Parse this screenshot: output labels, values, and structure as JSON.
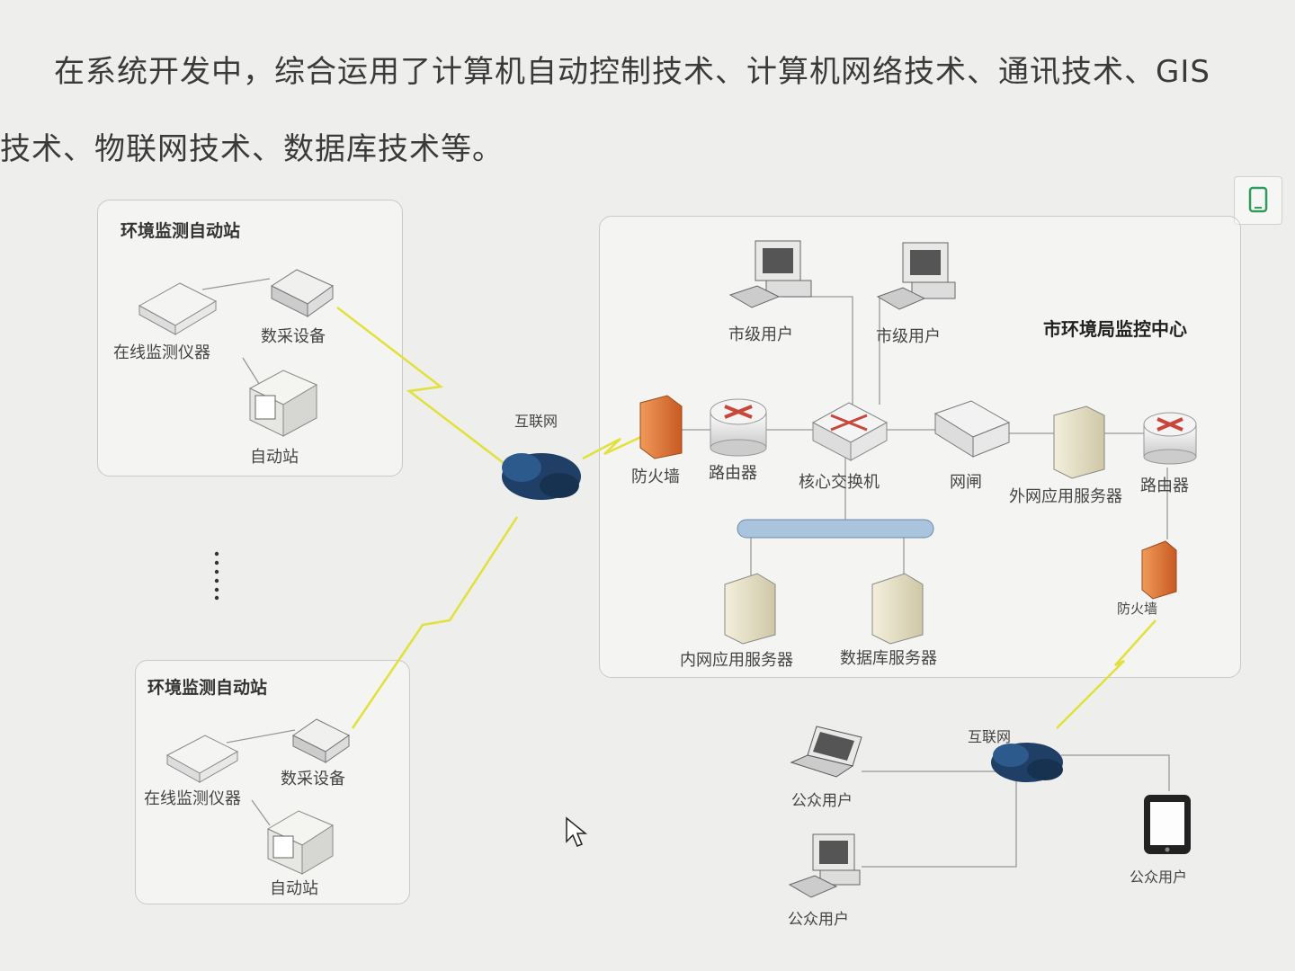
{
  "paragraph": {
    "line1": "在系统开发中，综合运用了计算机自动控制技术、计算机网络技术、通讯技术、GIS",
    "line2": "技术、物联网技术、数据库技术等。"
  },
  "station_top": {
    "title": "环境监测自动站",
    "analyzer": "在线监测仪器",
    "collector": "数采设备",
    "station": "自动站"
  },
  "station_bottom": {
    "title": "环境监测自动站",
    "analyzer": "在线监测仪器",
    "collector": "数采设备",
    "station": "自动站"
  },
  "internet_left": "互联网",
  "center": {
    "title": "市环境局监控中心",
    "user1": "市级用户",
    "user2": "市级用户",
    "firewall": "防火墙",
    "router1": "路由器",
    "core_switch": "核心交换机",
    "gateway": "网闸",
    "ext_server": "外网应用服务器",
    "router2": "路由器",
    "firewall2": "防火墙",
    "intranet_server": "内网应用服务器",
    "db_server": "数据库服务器"
  },
  "internet_right": "互联网",
  "public": {
    "laptop": "公众用户",
    "desktop": "公众用户",
    "tablet": "公众用户"
  },
  "ellipsis": "......",
  "colors": {
    "cloud": "#1f3f66",
    "lightning": "#e2e03a",
    "firewall": "#e07a3a",
    "router": "#c9473a",
    "bus": "#a9c4dc"
  },
  "icons": [
    "cloud-icon",
    "lightning-icon",
    "firewall-icon",
    "router-icon",
    "switch-icon",
    "server-icon",
    "desktop-icon",
    "laptop-icon",
    "tablet-icon",
    "cursor-icon"
  ]
}
